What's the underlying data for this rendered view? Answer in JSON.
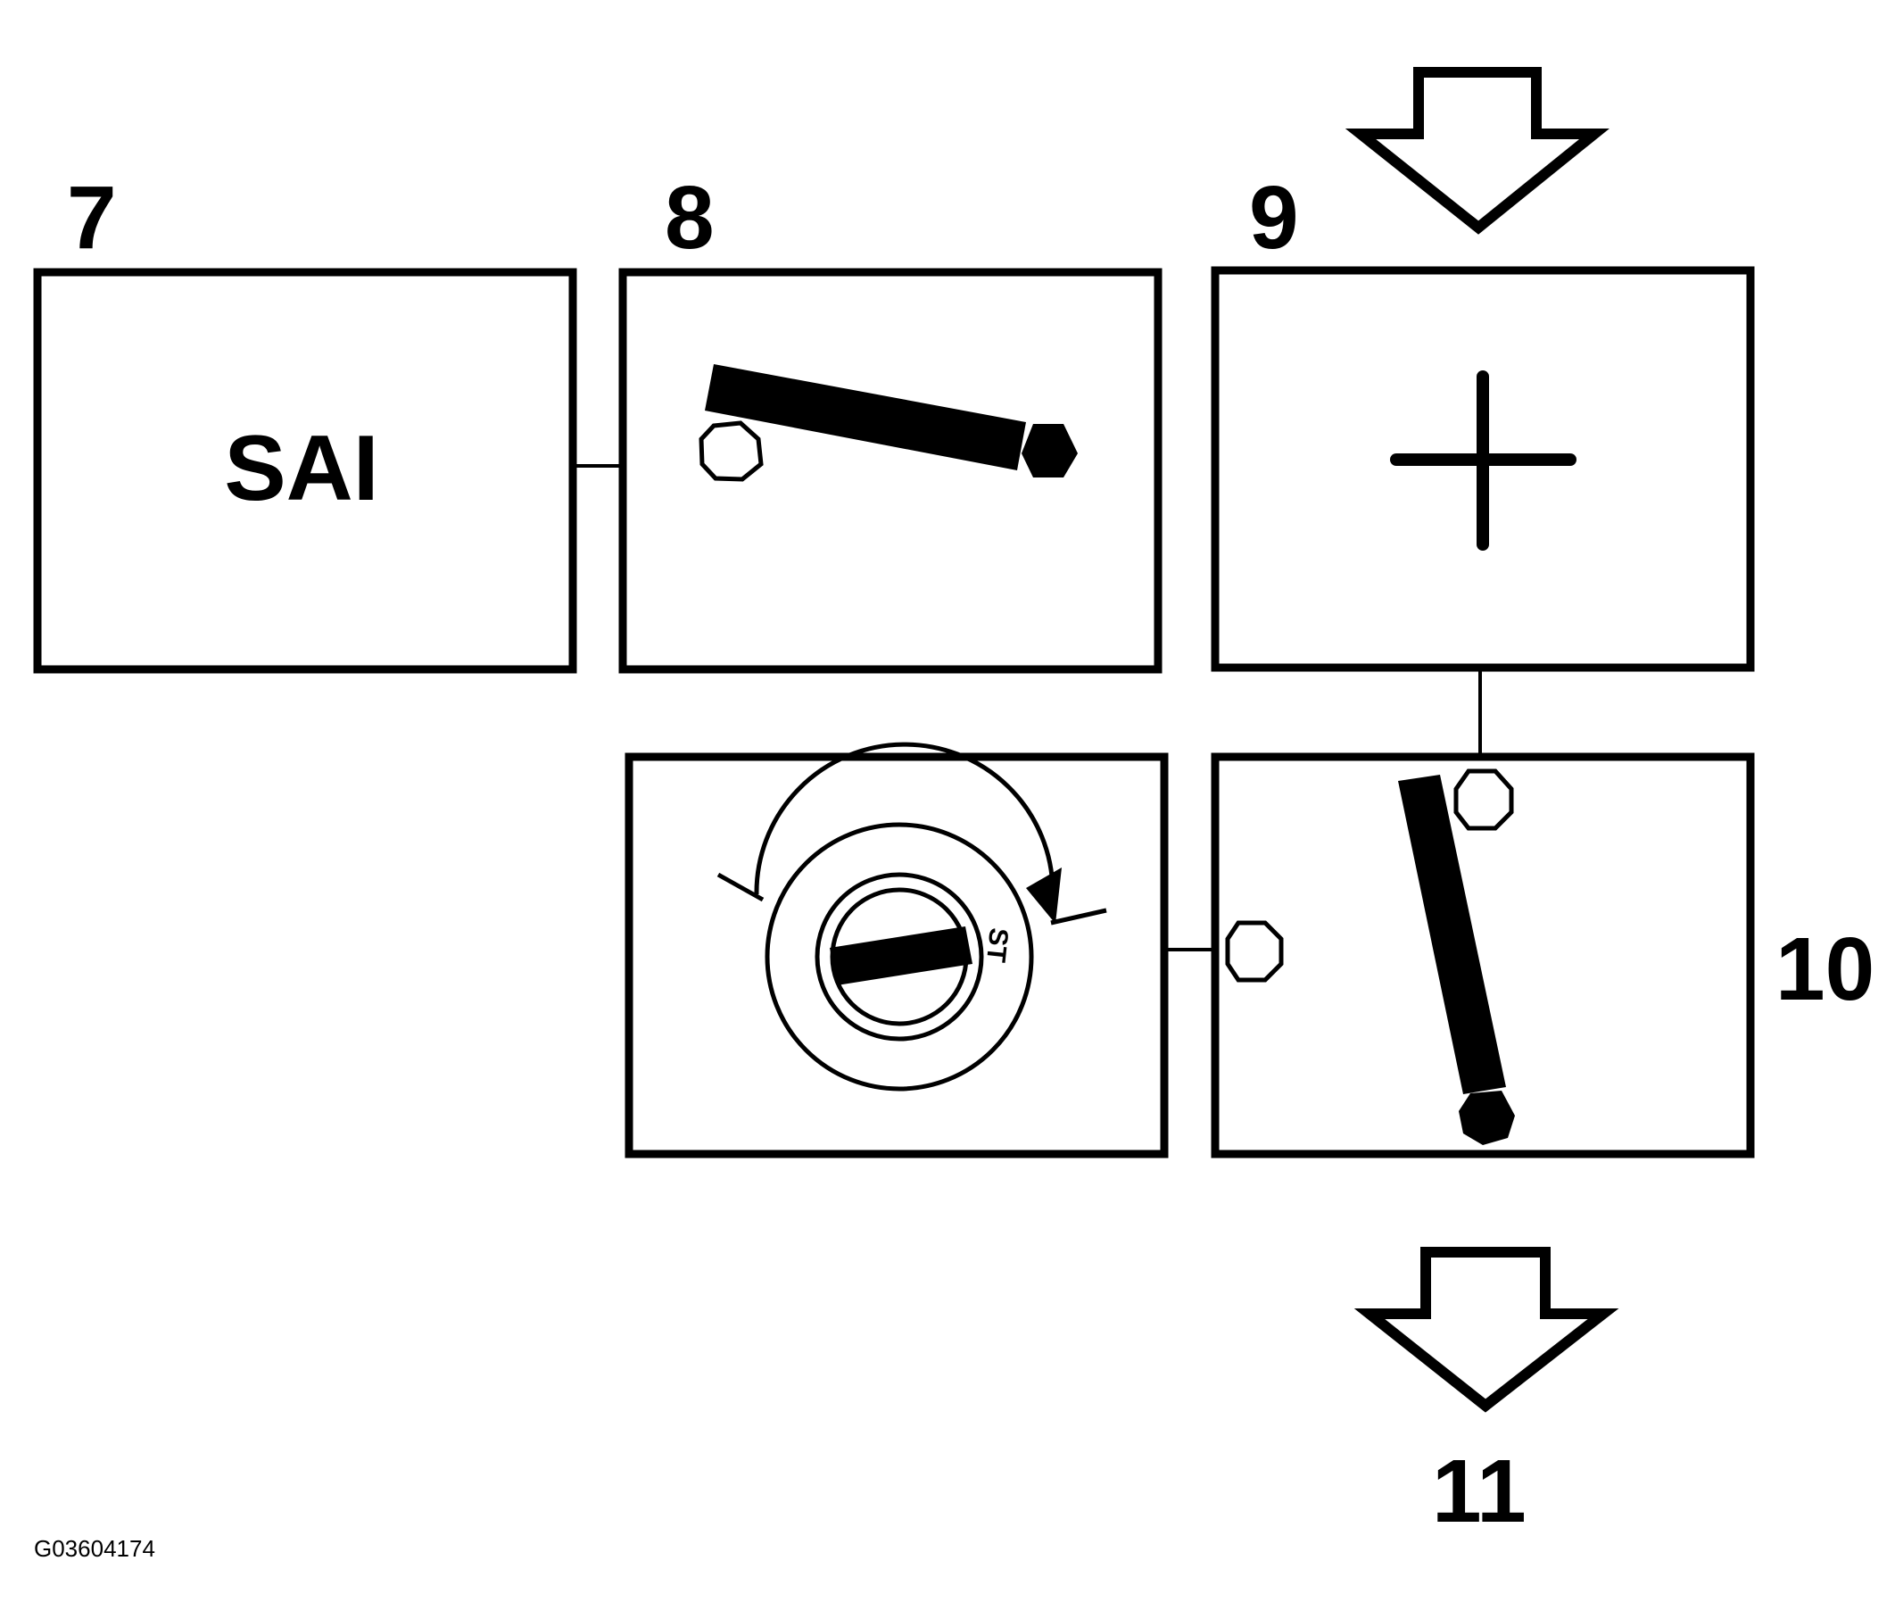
{
  "diagram": {
    "colors": {
      "stroke": "#000000",
      "background": "#ffffff"
    },
    "labels": {
      "step7": "7",
      "step8": "8",
      "step9": "9",
      "step10": "10",
      "step11": "11"
    },
    "sai_text": "SAI",
    "ignition_marker": "ST",
    "figure_code": "G03604174",
    "icons": {
      "box7": "sai-label",
      "box8": "switch-lever-icon",
      "box9": "plus-icon",
      "box10": "switch-lever-icon",
      "ignition": "ignition-key-start-icon",
      "flow": "down-arrow-icon"
    }
  }
}
